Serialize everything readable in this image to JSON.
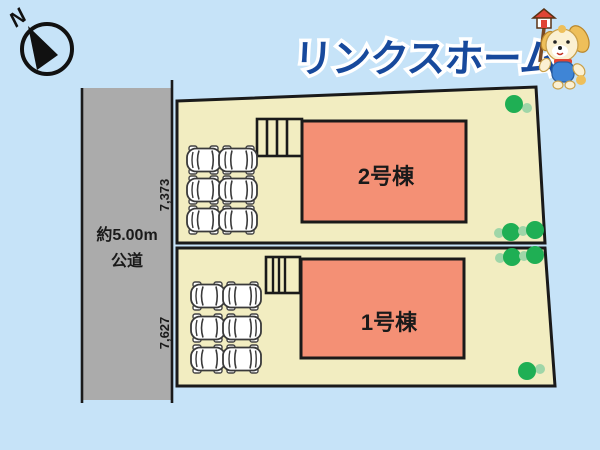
{
  "header": {
    "logo_text": "リンクスホーム"
  },
  "compass": {
    "label": "N"
  },
  "road": {
    "width_label": "約5.00m",
    "type_label": "公道"
  },
  "lots": [
    {
      "id": "lot-2",
      "building_label": "2号棟",
      "depth_label": "7,373"
    },
    {
      "id": "lot-1",
      "building_label": "1号棟",
      "depth_label": "7,627"
    }
  ],
  "colors": {
    "background": "#c6e3f8",
    "road_gray": "#ababab",
    "lot_cream": "#f2edc1",
    "building_salmon": "#f49075",
    "outline_black": "#1a1a1a",
    "logo_blue": "#17499c",
    "bush_dark": "#1faf54",
    "bush_light": "#9fd6a8"
  }
}
